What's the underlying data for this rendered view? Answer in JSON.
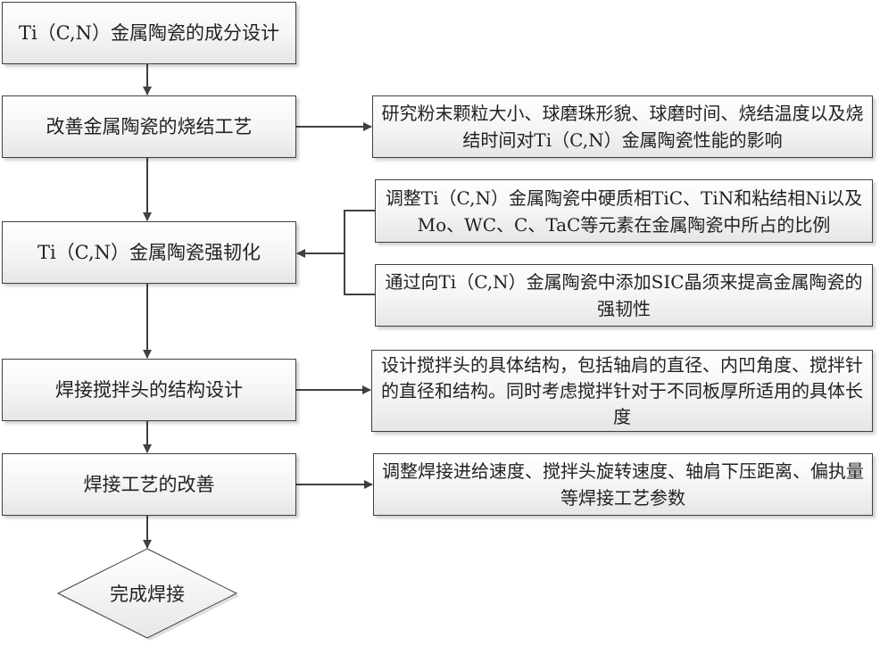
{
  "flowchart": {
    "main_steps": [
      {
        "label": "Ti（C,N）金属陶瓷的成分设计"
      },
      {
        "label": "改善金属陶瓷的烧结工艺"
      },
      {
        "label": "Ti（C,N）金属陶瓷强韧化"
      },
      {
        "label": "焊接搅拌头的结构设计"
      },
      {
        "label": "焊接工艺的改善"
      }
    ],
    "end": {
      "label": "完成焊接"
    },
    "details": [
      {
        "for_step": 2,
        "text": "研究粉末颗粒大小、球磨珠形貌、球磨时间、烧结温度以及烧结时间对Ti（C,N）金属陶瓷性能的影响"
      },
      {
        "for_step": 3,
        "text": "调整Ti（C,N）金属陶瓷中硬质相TiC、TiN和粘结相Ni以及Mo、WC、C、TaC等元素在金属陶瓷中所占的比例"
      },
      {
        "for_step": 3,
        "text": "通过向Ti（C,N）金属陶瓷中添加SIC晶须来提高金属陶瓷的强韧性"
      },
      {
        "for_step": 4,
        "text": "设计搅拌头的具体结构，包括轴肩的直径、内凹角度、搅拌针的直径和结构。同时考虑搅拌针对于不同板厚所适用的具体长度"
      },
      {
        "for_step": 5,
        "text": "调整焊接进给速度、搅拌头旋转速度、轴肩下压距离、偏执量等焊接工艺参数"
      }
    ],
    "colors": {
      "line": "#404040",
      "box_border": "#3f3f3f",
      "box_fill_top": "#ffffff",
      "box_fill_bottom": "#e6e6e6"
    }
  }
}
